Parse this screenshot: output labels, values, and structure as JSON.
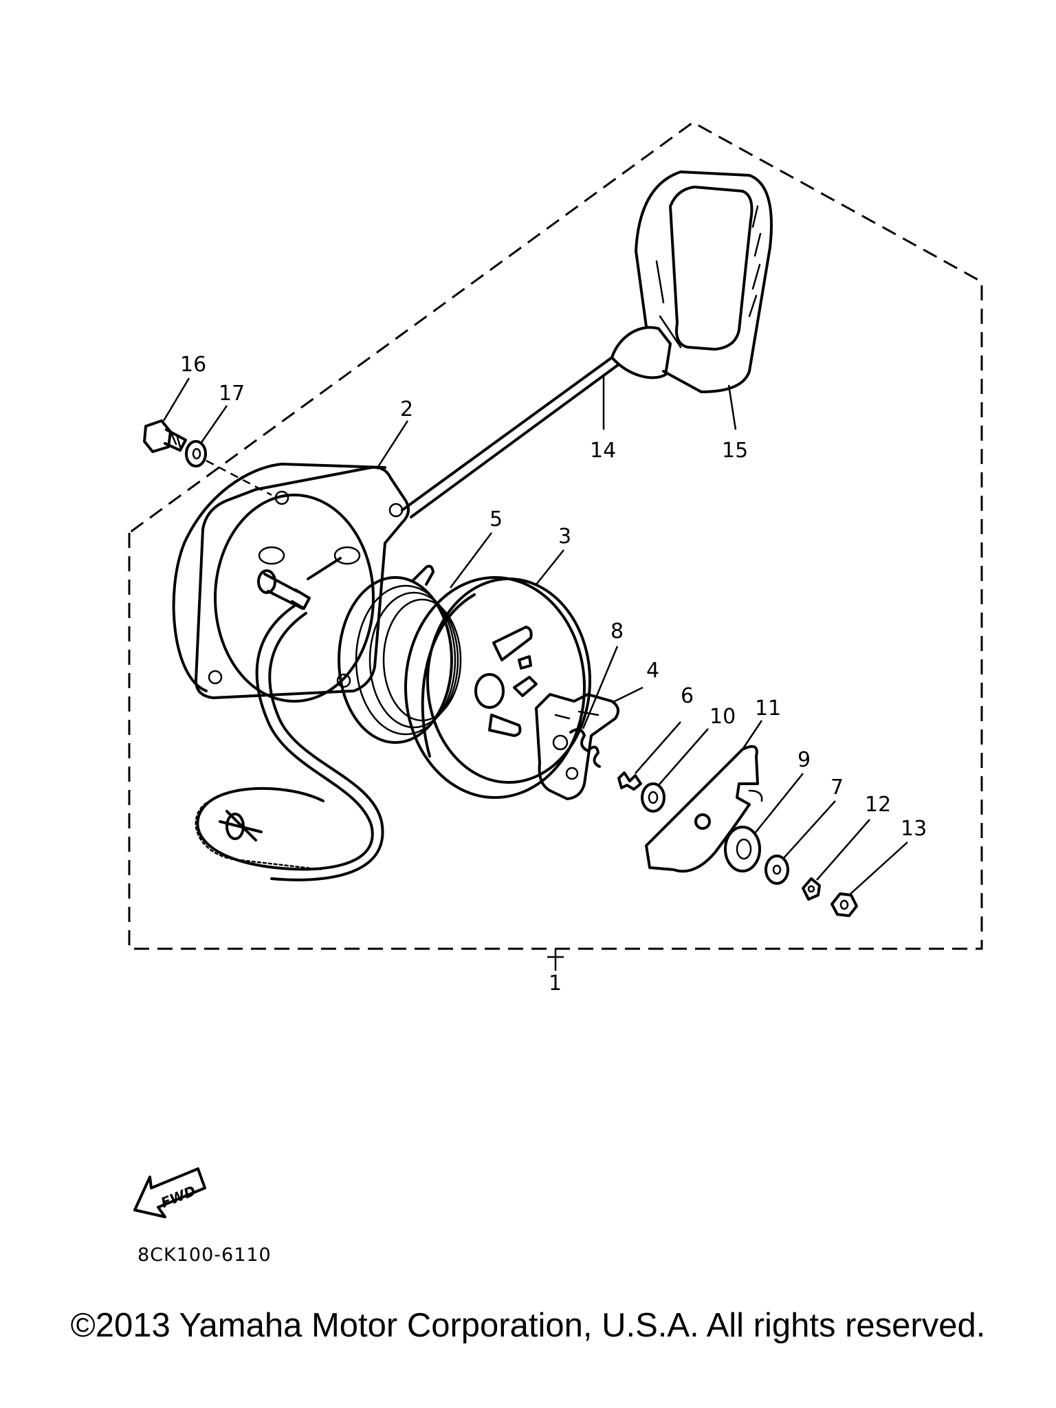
{
  "callouts": {
    "c1": "1",
    "c2": "2",
    "c3": "3",
    "c4": "4",
    "c5": "5",
    "c6": "6",
    "c7": "7",
    "c8": "8",
    "c9": "9",
    "c10": "10",
    "c11": "11",
    "c12": "12",
    "c13": "13",
    "c14": "14",
    "c15": "15",
    "c16": "16",
    "c17": "17"
  },
  "fwd_label": "FWD",
  "part_code": "8CK100-6110",
  "copyright": "©2013 Yamaha Motor Corporation, U.S.A. All rights reserved."
}
